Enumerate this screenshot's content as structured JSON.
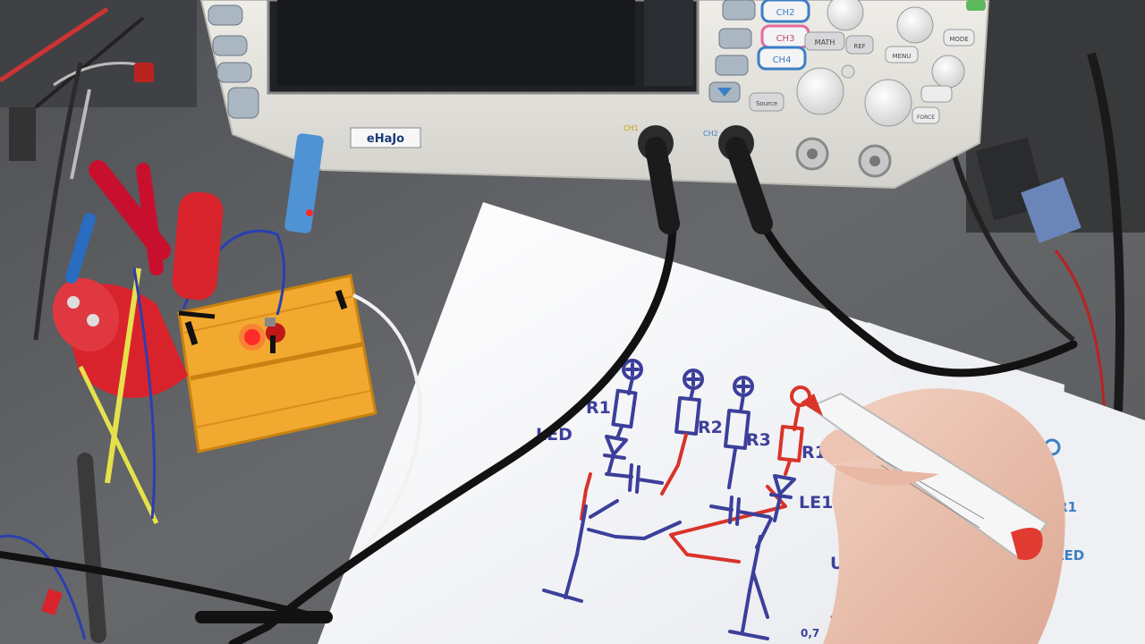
{
  "scope": {
    "brand_sticker": "eHaJo",
    "channel_buttons": [
      "CH2",
      "CH3",
      "CH4"
    ],
    "math_label": "MATH",
    "ref_label": "REF",
    "source_label": "Source",
    "menu_label": "MENU",
    "mode_label": "MODE",
    "force_label": "FORCE",
    "ch1_label": "CH1",
    "ch2_port_label": "CH2"
  },
  "schematic": {
    "labels": [
      "LED",
      "R1",
      "R2",
      "R3",
      "R1",
      "LE1"
    ],
    "graph_axis_label": "U",
    "graph_tick": "0,7",
    "side_sheet_labels": [
      "R1",
      "LED"
    ]
  },
  "colors": {
    "desk": "#5f6163",
    "paper": "#f4f5f7",
    "breadboard": "#f2a92f",
    "marker_blue": "#3c3f9a",
    "marker_red": "#d9332a",
    "scope_body": "#e4e2dc"
  }
}
